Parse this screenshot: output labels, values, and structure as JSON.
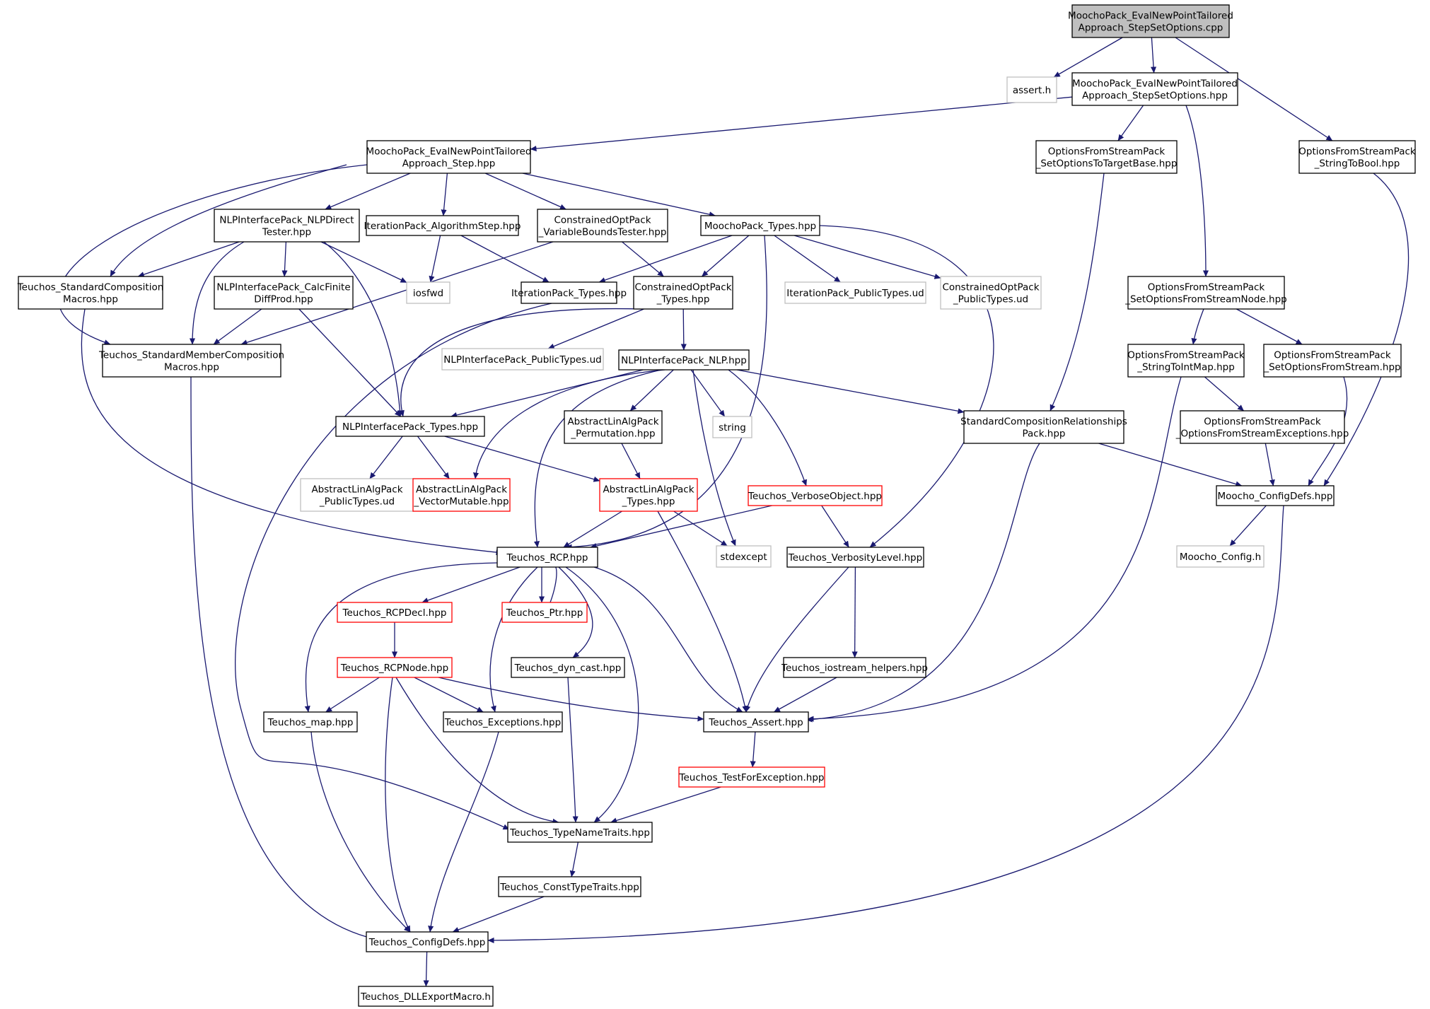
{
  "colors": {
    "background": "#ffffff",
    "edge": "#191970",
    "normal_border": "#000000",
    "root_fill": "#bfbfbf",
    "missing_border": "#bfbfbf",
    "incomplete_border": "#ff0000",
    "text": "#000000"
  },
  "nodes": [
    {
      "id": "root",
      "lines": [
        "MoochoPack_EvalNewPointTailored",
        "Approach_StepSetOptions.cpp"
      ],
      "style": "root"
    },
    {
      "id": "assert_h",
      "lines": [
        "assert.h"
      ],
      "style": "missing"
    },
    {
      "id": "step_setopt_hpp",
      "lines": [
        "MoochoPack_EvalNewPointTailored",
        "Approach_StepSetOptions.hpp"
      ],
      "style": "normal"
    },
    {
      "id": "strtobool",
      "lines": [
        "OptionsFromStreamPack",
        "_StringToBool.hpp"
      ],
      "style": "normal"
    },
    {
      "id": "step_hpp",
      "lines": [
        "MoochoPack_EvalNewPointTailored",
        "Approach_Step.hpp"
      ],
      "style": "normal"
    },
    {
      "id": "setopt_target",
      "lines": [
        "OptionsFromStreamPack",
        "_SetOptionsToTargetBase.hpp"
      ],
      "style": "normal"
    },
    {
      "id": "nlp_direct_tester",
      "lines": [
        "NLPInterfacePack_NLPDirect",
        "Tester.hpp"
      ],
      "style": "normal"
    },
    {
      "id": "iter_algstep",
      "lines": [
        "IterationPack_AlgorithmStep.hpp"
      ],
      "style": "normal"
    },
    {
      "id": "varbounds",
      "lines": [
        "ConstrainedOptPack",
        "_VariableBoundsTester.hpp"
      ],
      "style": "normal"
    },
    {
      "id": "moocho_types",
      "lines": [
        "MoochoPack_Types.hpp"
      ],
      "style": "normal"
    },
    {
      "id": "std_comp_macros",
      "lines": [
        "Teuchos_StandardComposition",
        "Macros.hpp"
      ],
      "style": "normal"
    },
    {
      "id": "calc_finite",
      "lines": [
        "NLPInterfacePack_CalcFinite",
        "DiffProd.hpp"
      ],
      "style": "normal"
    },
    {
      "id": "iosfwd",
      "lines": [
        "iosfwd"
      ],
      "style": "missing"
    },
    {
      "id": "iter_types",
      "lines": [
        "IterationPack_Types.hpp"
      ],
      "style": "normal"
    },
    {
      "id": "copt_types",
      "lines": [
        "ConstrainedOptPack",
        "_Types.hpp"
      ],
      "style": "normal"
    },
    {
      "id": "iter_public_ud",
      "lines": [
        "IterationPack_PublicTypes.ud"
      ],
      "style": "missing"
    },
    {
      "id": "copt_public_ud",
      "lines": [
        "ConstrainedOptPack",
        "_PublicTypes.ud"
      ],
      "style": "missing"
    },
    {
      "id": "setopt_node",
      "lines": [
        "OptionsFromStreamPack",
        "_SetOptionsFromStreamNode.hpp"
      ],
      "style": "normal"
    },
    {
      "id": "std_member_macros",
      "lines": [
        "Teuchos_StandardMemberComposition",
        "Macros.hpp"
      ],
      "style": "normal"
    },
    {
      "id": "nlp_public_ud",
      "lines": [
        "NLPInterfacePack_PublicTypes.ud"
      ],
      "style": "missing"
    },
    {
      "id": "nlp_hpp",
      "lines": [
        "NLPInterfacePack_NLP.hpp"
      ],
      "style": "normal"
    },
    {
      "id": "strtointmap",
      "lines": [
        "OptionsFromStreamPack",
        "_StringToIntMap.hpp"
      ],
      "style": "normal"
    },
    {
      "id": "setopt_stream",
      "lines": [
        "OptionsFromStreamPack",
        "_SetOptionsFromStream.hpp"
      ],
      "style": "normal"
    },
    {
      "id": "nlp_types",
      "lines": [
        "NLPInterfacePack_Types.hpp"
      ],
      "style": "normal"
    },
    {
      "id": "perm",
      "lines": [
        "AbstractLinAlgPack",
        "_Permutation.hpp"
      ],
      "style": "normal"
    },
    {
      "id": "string",
      "lines": [
        "string"
      ],
      "style": "missing"
    },
    {
      "id": "std_comp_rel",
      "lines": [
        "StandardCompositionRelationships",
        "Pack.hpp"
      ],
      "style": "normal"
    },
    {
      "id": "ofs_exceptions",
      "lines": [
        "OptionsFromStreamPack",
        "_OptionsFromStreamExceptions.hpp"
      ],
      "style": "normal"
    },
    {
      "id": "alap_public_ud",
      "lines": [
        "AbstractLinAlgPack",
        "_PublicTypes.ud"
      ],
      "style": "missing"
    },
    {
      "id": "vecmut",
      "lines": [
        "AbstractLinAlgPack",
        "_VectorMutable.hpp"
      ],
      "style": "incomplete"
    },
    {
      "id": "alap_types",
      "lines": [
        "AbstractLinAlgPack",
        "_Types.hpp"
      ],
      "style": "incomplete"
    },
    {
      "id": "verbose_obj",
      "lines": [
        "Teuchos_VerboseObject.hpp"
      ],
      "style": "incomplete"
    },
    {
      "id": "moocho_configdefs",
      "lines": [
        "Moocho_ConfigDefs.hpp"
      ],
      "style": "normal"
    },
    {
      "id": "rcp",
      "lines": [
        "Teuchos_RCP.hpp"
      ],
      "style": "normal"
    },
    {
      "id": "stdexcept",
      "lines": [
        "stdexcept"
      ],
      "style": "missing"
    },
    {
      "id": "verbosity",
      "lines": [
        "Teuchos_VerbosityLevel.hpp"
      ],
      "style": "normal"
    },
    {
      "id": "moocho_config_h",
      "lines": [
        "Moocho_Config.h"
      ],
      "style": "missing"
    },
    {
      "id": "rcpdecl",
      "lines": [
        "Teuchos_RCPDecl.hpp"
      ],
      "style": "incomplete"
    },
    {
      "id": "ptr",
      "lines": [
        "Teuchos_Ptr.hpp"
      ],
      "style": "incomplete"
    },
    {
      "id": "rcpnode",
      "lines": [
        "Teuchos_RCPNode.hpp"
      ],
      "style": "incomplete"
    },
    {
      "id": "dyn_cast",
      "lines": [
        "Teuchos_dyn_cast.hpp"
      ],
      "style": "normal"
    },
    {
      "id": "iostream_helpers",
      "lines": [
        "Teuchos_iostream_helpers.hpp"
      ],
      "style": "normal"
    },
    {
      "id": "map",
      "lines": [
        "Teuchos_map.hpp"
      ],
      "style": "normal"
    },
    {
      "id": "exceptions",
      "lines": [
        "Teuchos_Exceptions.hpp"
      ],
      "style": "normal"
    },
    {
      "id": "assert_hpp",
      "lines": [
        "Teuchos_Assert.hpp"
      ],
      "style": "normal"
    },
    {
      "id": "testforexc",
      "lines": [
        "Teuchos_TestForException.hpp"
      ],
      "style": "incomplete"
    },
    {
      "id": "typenametraits",
      "lines": [
        "Teuchos_TypeNameTraits.hpp"
      ],
      "style": "normal"
    },
    {
      "id": "consttypetraits",
      "lines": [
        "Teuchos_ConstTypeTraits.hpp"
      ],
      "style": "normal"
    },
    {
      "id": "teuchos_configdefs",
      "lines": [
        "Teuchos_ConfigDefs.hpp"
      ],
      "style": "normal"
    },
    {
      "id": "dllexport",
      "lines": [
        "Teuchos_DLLExportMacro.h"
      ],
      "style": "normal"
    }
  ],
  "edges": [
    [
      "root",
      "assert_h"
    ],
    [
      "root",
      "step_setopt_hpp"
    ],
    [
      "root",
      "strtobool"
    ],
    [
      "step_setopt_hpp",
      "step_hpp"
    ],
    [
      "step_setopt_hpp",
      "setopt_target"
    ],
    [
      "step_setopt_hpp",
      "setopt_node"
    ],
    [
      "strtobool",
      "moocho_configdefs"
    ],
    [
      "step_hpp",
      "nlp_direct_tester"
    ],
    [
      "step_hpp",
      "iter_algstep"
    ],
    [
      "step_hpp",
      "varbounds"
    ],
    [
      "step_hpp",
      "moocho_types"
    ],
    [
      "step_hpp",
      "std_comp_macros"
    ],
    [
      "step_hpp",
      "std_member_macros"
    ],
    [
      "setopt_target",
      "std_comp_rel"
    ],
    [
      "nlp_direct_tester",
      "std_comp_macros"
    ],
    [
      "nlp_direct_tester",
      "calc_finite"
    ],
    [
      "nlp_direct_tester",
      "iosfwd"
    ],
    [
      "nlp_direct_tester",
      "std_member_macros"
    ],
    [
      "nlp_direct_tester",
      "nlp_types"
    ],
    [
      "iter_algstep",
      "iosfwd"
    ],
    [
      "iter_algstep",
      "iter_types"
    ],
    [
      "varbounds",
      "copt_types"
    ],
    [
      "varbounds",
      "std_member_macros"
    ],
    [
      "moocho_types",
      "iter_types"
    ],
    [
      "moocho_types",
      "copt_types"
    ],
    [
      "moocho_types",
      "iter_public_ud"
    ],
    [
      "moocho_types",
      "copt_public_ud"
    ],
    [
      "moocho_types",
      "rcp"
    ],
    [
      "moocho_types",
      "verbosity"
    ],
    [
      "std_comp_macros",
      "rcp"
    ],
    [
      "calc_finite",
      "std_member_macros"
    ],
    [
      "calc_finite",
      "nlp_types"
    ],
    [
      "iter_types",
      "typenametraits"
    ],
    [
      "copt_types",
      "nlp_public_ud"
    ],
    [
      "copt_types",
      "nlp_hpp"
    ],
    [
      "copt_types",
      "nlp_types"
    ],
    [
      "setopt_node",
      "strtointmap"
    ],
    [
      "setopt_node",
      "setopt_stream"
    ],
    [
      "std_member_macros",
      "teuchos_configdefs"
    ],
    [
      "nlp_hpp",
      "nlp_types"
    ],
    [
      "nlp_hpp",
      "vecmut"
    ],
    [
      "nlp_hpp",
      "perm"
    ],
    [
      "nlp_hpp",
      "string"
    ],
    [
      "nlp_hpp",
      "std_comp_rel"
    ],
    [
      "nlp_hpp",
      "verbose_obj"
    ],
    [
      "nlp_hpp",
      "rcp"
    ],
    [
      "nlp_hpp",
      "stdexcept"
    ],
    [
      "strtointmap",
      "ofs_exceptions"
    ],
    [
      "strtointmap",
      "assert_hpp"
    ],
    [
      "setopt_stream",
      "moocho_configdefs"
    ],
    [
      "nlp_types",
      "alap_public_ud"
    ],
    [
      "nlp_types",
      "vecmut"
    ],
    [
      "nlp_types",
      "alap_types"
    ],
    [
      "perm",
      "alap_types"
    ],
    [
      "std_comp_rel",
      "moocho_configdefs"
    ],
    [
      "std_comp_rel",
      "assert_hpp"
    ],
    [
      "ofs_exceptions",
      "moocho_configdefs"
    ],
    [
      "alap_types",
      "rcp"
    ],
    [
      "alap_types",
      "stdexcept"
    ],
    [
      "alap_types",
      "assert_hpp"
    ],
    [
      "verbose_obj",
      "rcp"
    ],
    [
      "verbose_obj",
      "verbosity"
    ],
    [
      "moocho_configdefs",
      "moocho_config_h"
    ],
    [
      "moocho_configdefs",
      "teuchos_configdefs"
    ],
    [
      "rcp",
      "rcpdecl"
    ],
    [
      "rcp",
      "ptr"
    ],
    [
      "rcp",
      "dyn_cast"
    ],
    [
      "rcp",
      "map"
    ],
    [
      "rcp",
      "exceptions"
    ],
    [
      "rcp",
      "assert_hpp"
    ],
    [
      "rcp",
      "typenametraits"
    ],
    [
      "ptr",
      "rcp"
    ],
    [
      "verbosity",
      "iostream_helpers"
    ],
    [
      "verbosity",
      "assert_hpp"
    ],
    [
      "rcpdecl",
      "rcpnode"
    ],
    [
      "rcpnode",
      "map"
    ],
    [
      "rcpnode",
      "exceptions"
    ],
    [
      "rcpnode",
      "assert_hpp"
    ],
    [
      "rcpnode",
      "typenametraits"
    ],
    [
      "rcpnode",
      "teuchos_configdefs"
    ],
    [
      "dyn_cast",
      "typenametraits"
    ],
    [
      "iostream_helpers",
      "assert_hpp"
    ],
    [
      "map",
      "teuchos_configdefs"
    ],
    [
      "exceptions",
      "teuchos_configdefs"
    ],
    [
      "assert_hpp",
      "testforexc"
    ],
    [
      "testforexc",
      "typenametraits"
    ],
    [
      "typenametraits",
      "consttypetraits"
    ],
    [
      "consttypetraits",
      "teuchos_configdefs"
    ],
    [
      "teuchos_configdefs",
      "dllexport"
    ]
  ]
}
